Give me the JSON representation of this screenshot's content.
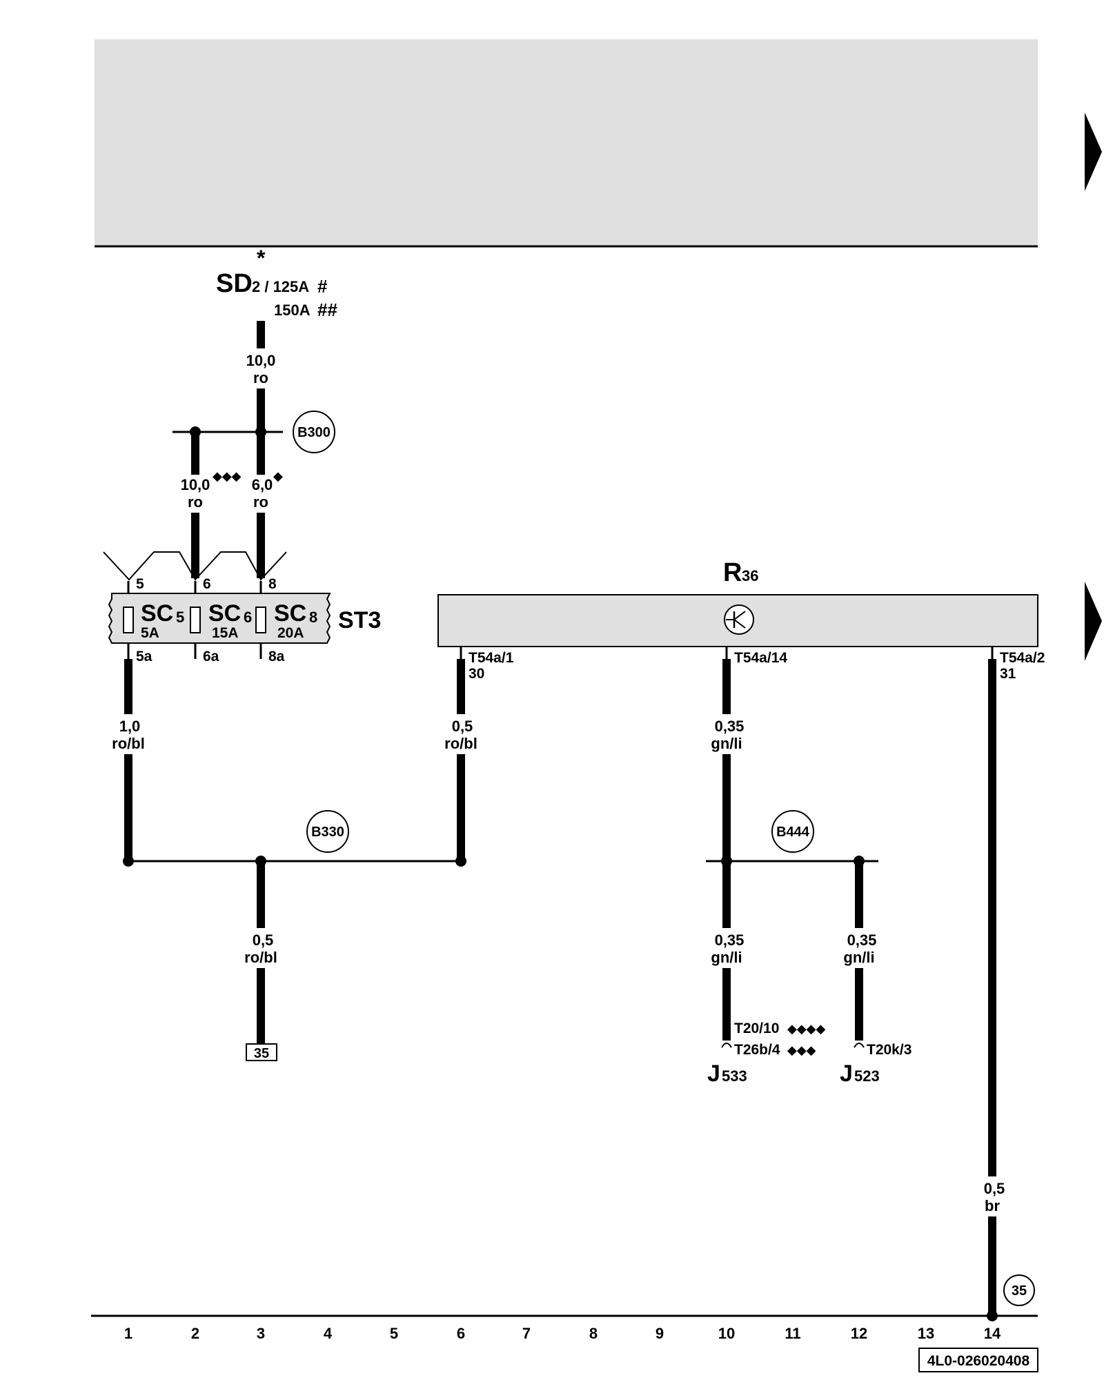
{
  "supply": {
    "star": "*",
    "name": "SD",
    "index": "2 / 125A",
    "hash1": "#",
    "alt_rating": "150A",
    "hash2": "##"
  },
  "top_wire": {
    "size": "10,0",
    "color": "ro"
  },
  "connectors": {
    "b300": "B300",
    "b330": "B330",
    "b444": "B444",
    "ref35": "35"
  },
  "fuse_feed_wires": [
    {
      "size": "10,0",
      "color": "ro",
      "marks": "◆◆◆"
    },
    {
      "size": "6,0",
      "color": "ro",
      "marks": "◆"
    }
  ],
  "fuse_block": {
    "name": "ST3",
    "fuses": [
      {
        "code": "SC",
        "num": "5",
        "rating": "5A",
        "pin_in": "5",
        "pin_out": "5a"
      },
      {
        "code": "SC",
        "num": "6",
        "rating": "15A",
        "pin_in": "6",
        "pin_out": "6a"
      },
      {
        "code": "SC",
        "num": "8",
        "rating": "20A",
        "pin_in": "8",
        "pin_out": "8a"
      }
    ]
  },
  "component_r36": {
    "letter": "R",
    "num": "36",
    "pins": [
      {
        "name": "T54a/1",
        "term": "30"
      },
      {
        "name": "T54a/14",
        "term": ""
      },
      {
        "name": "T54a/2",
        "term": "31"
      }
    ]
  },
  "wires": {
    "sc5_out": {
      "size": "1,0",
      "color": "ro/bl"
    },
    "r36_pin1": {
      "size": "0,5",
      "color": "ro/bl"
    },
    "r36_pin14": {
      "size": "0,35",
      "color": "gn/li"
    },
    "r36_pin2": {
      "size": "0,5",
      "color": "br"
    },
    "b330_down": {
      "size": "0,5",
      "color": "ro/bl"
    },
    "j533_in": {
      "size": "0,35",
      "color": "gn/li"
    },
    "j523_in": {
      "size": "0,35",
      "color": "gn/li"
    }
  },
  "j533": {
    "letter": "J",
    "num": "533",
    "pin_a": "T20/10",
    "pin_a_marks": "◆◆◆◆",
    "pin_b": "T26b/4",
    "pin_b_marks": "◆◆◆"
  },
  "j523": {
    "letter": "J",
    "num": "523",
    "pin": "T20k/3"
  },
  "ground_ref": "35",
  "columns": [
    "1",
    "2",
    "3",
    "4",
    "5",
    "6",
    "7",
    "8",
    "9",
    "10",
    "11",
    "12",
    "13",
    "14"
  ],
  "doc_code": "4L0-026020408"
}
